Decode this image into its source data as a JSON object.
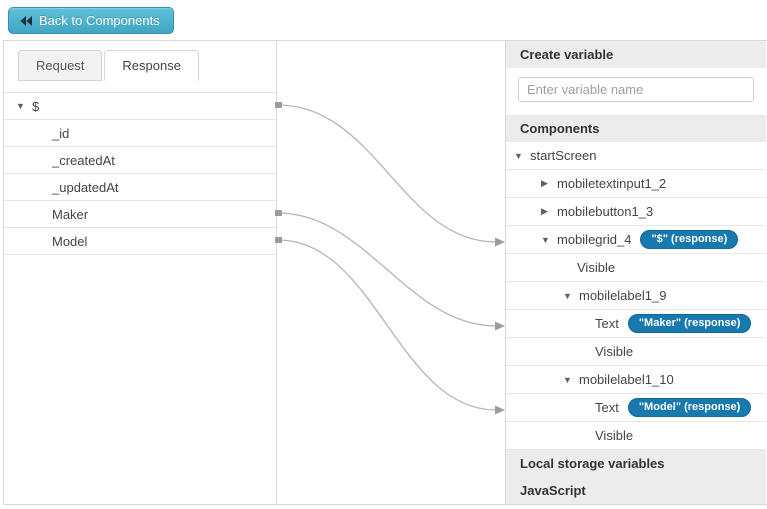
{
  "back_button": {
    "label": "Back to Components"
  },
  "icons": {
    "caret_down": "▼",
    "caret_right": "▶",
    "rewind": "rewind-double-left-arrows"
  },
  "colors": {
    "button_teal": "#4bb3cf",
    "badge_blue": "#1779ad",
    "header_gray": "#ececec",
    "connector_gray": "#b5b5b5"
  },
  "left_panel": {
    "tabs": [
      {
        "label": "Request",
        "active": false
      },
      {
        "label": "Response",
        "active": true
      }
    ],
    "tree": [
      {
        "label": "$"
      },
      {
        "label": "_id"
      },
      {
        "label": "_createdAt"
      },
      {
        "label": "_updatedAt"
      },
      {
        "label": "Maker"
      },
      {
        "label": "Model"
      }
    ]
  },
  "right_panel": {
    "create_variable": {
      "title": "Create variable",
      "placeholder": "Enter variable name"
    },
    "components": {
      "title": "Components",
      "tree": [
        {
          "label": "startScreen"
        },
        {
          "label": "mobiletextinput1_2"
        },
        {
          "label": "mobilebutton1_3"
        },
        {
          "label": "mobilegrid_4",
          "badge": "\"$\" (response)"
        },
        {
          "label": "Visible"
        },
        {
          "label": "mobilelabel1_9"
        },
        {
          "label": "Text",
          "badge": "\"Maker\" (response)"
        },
        {
          "label": "Visible"
        },
        {
          "label": "mobilelabel1_10"
        },
        {
          "label": "Text",
          "badge": "\"Model\" (response)"
        },
        {
          "label": "Visible"
        }
      ]
    },
    "sections": [
      {
        "title": "Local storage variables"
      },
      {
        "title": "JavaScript"
      }
    ]
  },
  "connections": [
    {
      "from": "$",
      "to": "mobilegrid_4"
    },
    {
      "from": "Maker",
      "to": "mobilelabel1_9.Text"
    },
    {
      "from": "Model",
      "to": "mobilelabel1_10.Text"
    }
  ]
}
